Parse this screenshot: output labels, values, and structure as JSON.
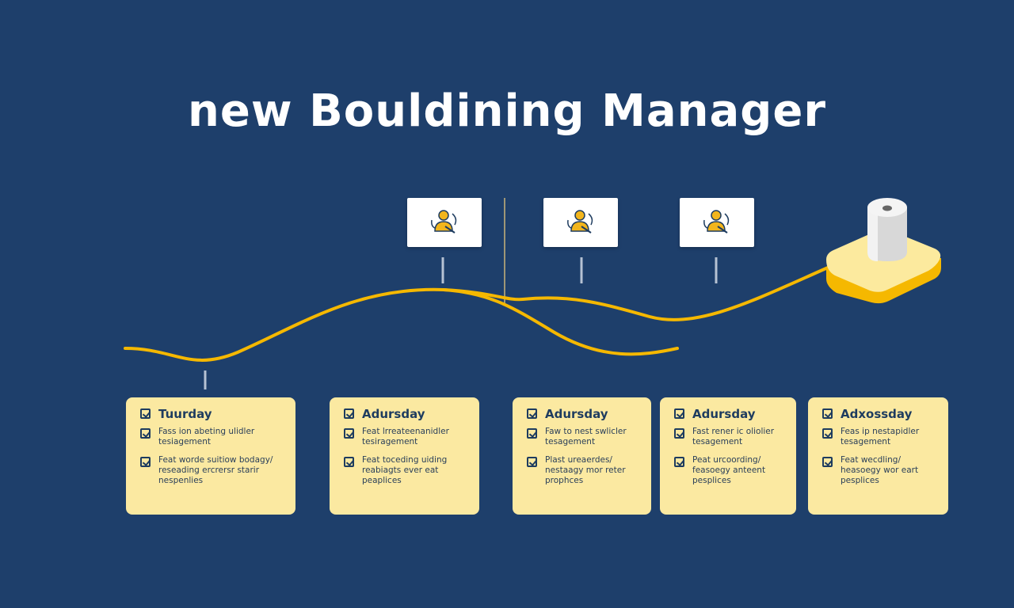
{
  "title": "new Bouldining Manager",
  "colors": {
    "background": "#1e3f6b",
    "accent": "#f5b800",
    "card": "#fbe9a1",
    "card_text": "#1e3c5f"
  },
  "signs": [
    {
      "icon": "worker-icon"
    },
    {
      "icon": "worker-icon"
    },
    {
      "icon": "worker-icon"
    }
  ],
  "endpoint": {
    "icon": "paper-roll-on-platform-icon"
  },
  "cards": [
    {
      "title": "Tuurday",
      "items": [
        "Fass ion abeting ulidler\ntesiagement",
        "Feat worde suitiow bodagy/\nreseading ercrersr starir\nnespenlies"
      ]
    },
    {
      "title": "Adursday",
      "items": [
        "Feat lrreateenanidler\ntesiragement",
        "Feat toceding uiding\nreabiagts ever eat\npeaplices"
      ]
    },
    {
      "title": "Adursday",
      "items": [
        "Faw to nest swlicler\ntesagement",
        "Plast ureaerdes/\nnestaagy mor reter\nprophces"
      ]
    },
    {
      "title": "Adursday",
      "items": [
        "Fast rener ic oliolier\ntesagement",
        "Peat urcoording/\nfeasoegy anteent\npesplices"
      ]
    },
    {
      "title": "Adxossday",
      "items": [
        "Feas ip nestapidler\ntesagement",
        "Feat wecdling/\nheasoegy wor eart\npesplices"
      ]
    }
  ]
}
